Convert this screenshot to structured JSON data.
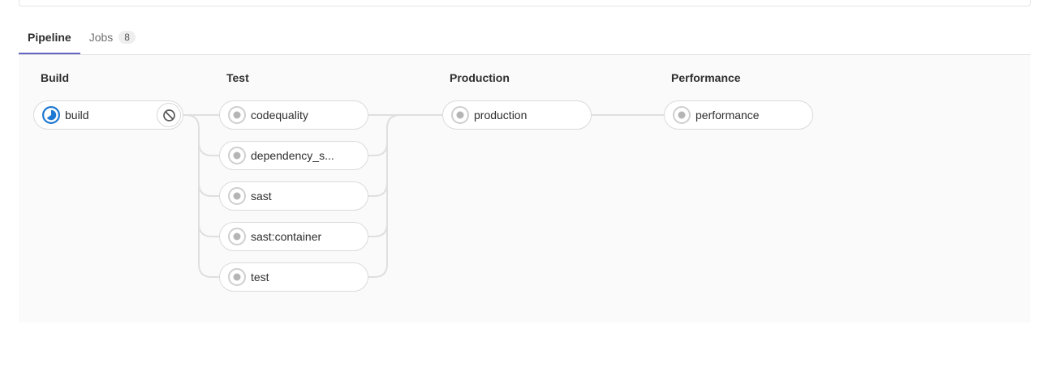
{
  "tabs": {
    "items": [
      {
        "label": "Pipeline",
        "active": true
      },
      {
        "label": "Jobs",
        "badge": "8",
        "active": false
      }
    ]
  },
  "colors": {
    "active_tab_underline": "#6565c2",
    "running_status_blue": "#1f78d1",
    "created_status_gray": "#b5b5b5",
    "connector_line": "#dfdfdf",
    "graph_background": "#fafafa",
    "pill_border": "#dbdbdb",
    "text_primary": "#2e2e2e",
    "text_secondary": "#707070"
  },
  "pipeline": {
    "stages": [
      {
        "name": "Build",
        "jobs": [
          {
            "label": "build",
            "status": "running",
            "action": "cancel"
          }
        ]
      },
      {
        "name": "Test",
        "jobs": [
          {
            "label": "codequality",
            "status": "created"
          },
          {
            "label": "dependency_s...",
            "status": "created"
          },
          {
            "label": "sast",
            "status": "created"
          },
          {
            "label": "sast:container",
            "status": "created"
          },
          {
            "label": "test",
            "status": "created"
          }
        ]
      },
      {
        "name": "Production",
        "jobs": [
          {
            "label": "production",
            "status": "created"
          }
        ]
      },
      {
        "name": "Performance",
        "jobs": [
          {
            "label": "performance",
            "status": "created"
          }
        ]
      }
    ]
  }
}
